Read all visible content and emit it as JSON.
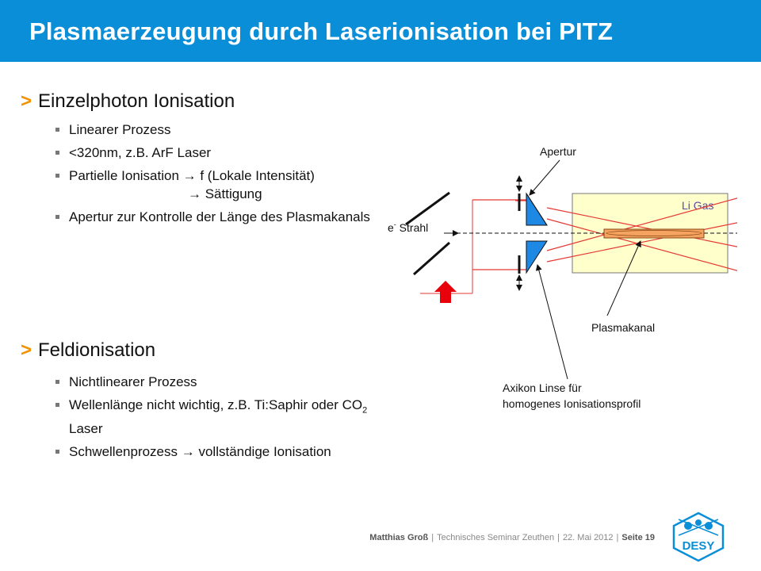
{
  "title": "Plasmaerzeugung durch Laserionisation bei PITZ",
  "sections": [
    {
      "marker": ">",
      "heading": "Einzelphoton Ionisation",
      "bullets": [
        "Linearer Prozess",
        "<320nm, z.B. ArF Laser",
        "Partielle Ionisation → f (Lokale Intensität)",
        "Apertur zur Kontrolle der Länge des Plasmakanals"
      ],
      "bullet3_continuation": "→ Sättigung"
    },
    {
      "marker": ">",
      "heading": "Feldionisation",
      "bullets": [
        "Nichtlinearer Prozess",
        "Wellenlänge nicht wichtig, z.B. Ti:Saphir oder CO",
        "Schwellenprozess → vollständige Ionisation"
      ],
      "bullet2_subscript": "2",
      "bullet2_tail": " Laser"
    }
  ],
  "diagram": {
    "apertur": "Apertur",
    "li_gas": "Li Gas",
    "e_strahl_prefix": "e",
    "e_strahl_superscript": "-",
    "e_strahl_suffix": " Strahl",
    "plasmakanal": "Plasmakanal",
    "axikon_line1": "Axikon Linse für",
    "axikon_line2": "homogenes Ionisationsprofil",
    "colors": {
      "lens": "#1e88e5",
      "laser": "#e53935",
      "gas_box": "#ffffcc",
      "plasma": "#f4a460",
      "arrow": "#e8000b"
    }
  },
  "footer": {
    "author": "Matthias Groß",
    "event": "Technisches Seminar Zeuthen",
    "date": "22. Mai 2012",
    "page": "Seite 19",
    "separator": "|"
  },
  "logo": {
    "text": "DESY",
    "color": "#0a8ed8"
  }
}
